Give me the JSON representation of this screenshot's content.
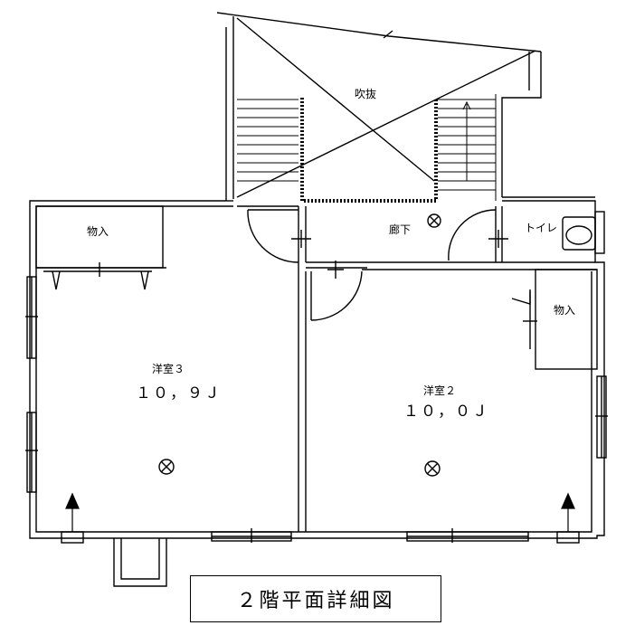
{
  "title": "２階平面詳細図",
  "rooms": {
    "fukinuke": "吹抜",
    "roka": "廊下",
    "toilet": "トイレ",
    "monoire_left": "物入",
    "monoire_right": "物入",
    "yoshitsu3": {
      "name": "洋室３",
      "area": "１０，９Ｊ"
    },
    "yoshitsu2": {
      "name": "洋室２",
      "area": "１０，０Ｊ"
    }
  }
}
